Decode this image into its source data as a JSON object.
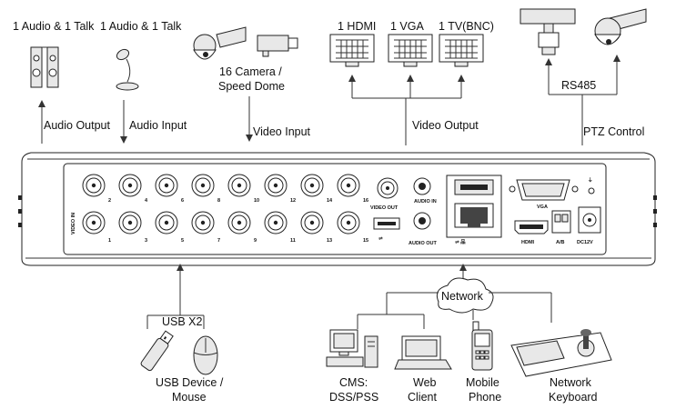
{
  "labels": {
    "audio_talk_1": "1 Audio  & 1 Talk",
    "audio_talk_2": "1 Audio & 1 Talk",
    "camera_line1": "16  Camera /",
    "camera_line2": "Speed Dome",
    "hdmi": "1 HDMI",
    "vga": "1 VGA",
    "tv": "1 TV(BNC)",
    "rs485": "RS485",
    "audio_output": "Audio  Output",
    "audio_input": "Audio  Input",
    "video_input": "Video Input",
    "video_output": "Video Output",
    "ptz_control": "PTZ Control",
    "usb_x2": "USB X2",
    "usb_device_line1": "USB Device /",
    "usb_device_line2": "Mouse",
    "network": "Network",
    "cms_line1": "CMS:",
    "cms_line2": "DSS/PSS",
    "web_line1": "Web",
    "web_line2": "Client",
    "mobile_line1": "Mobile",
    "mobile_line2": "Phone",
    "keyboard_line1": "Network",
    "keyboard_line2": "Keyboard"
  },
  "panel": {
    "video_in_label": "VIDEO IN",
    "video_out_label": "VIDEO OUT",
    "audio_in_label": "AUDIO IN",
    "audio_out_label": "AUDIO OUT",
    "vga_label": "VGA",
    "hdmi_label": "HDMI",
    "ab_label": "A/B",
    "power_label": "DC12V",
    "top_row_numbers": [
      "2",
      "4",
      "6",
      "8",
      "10",
      "12",
      "14",
      "16"
    ],
    "bottom_row_numbers": [
      "1",
      "3",
      "5",
      "7",
      "9",
      "11",
      "13",
      "15"
    ]
  }
}
